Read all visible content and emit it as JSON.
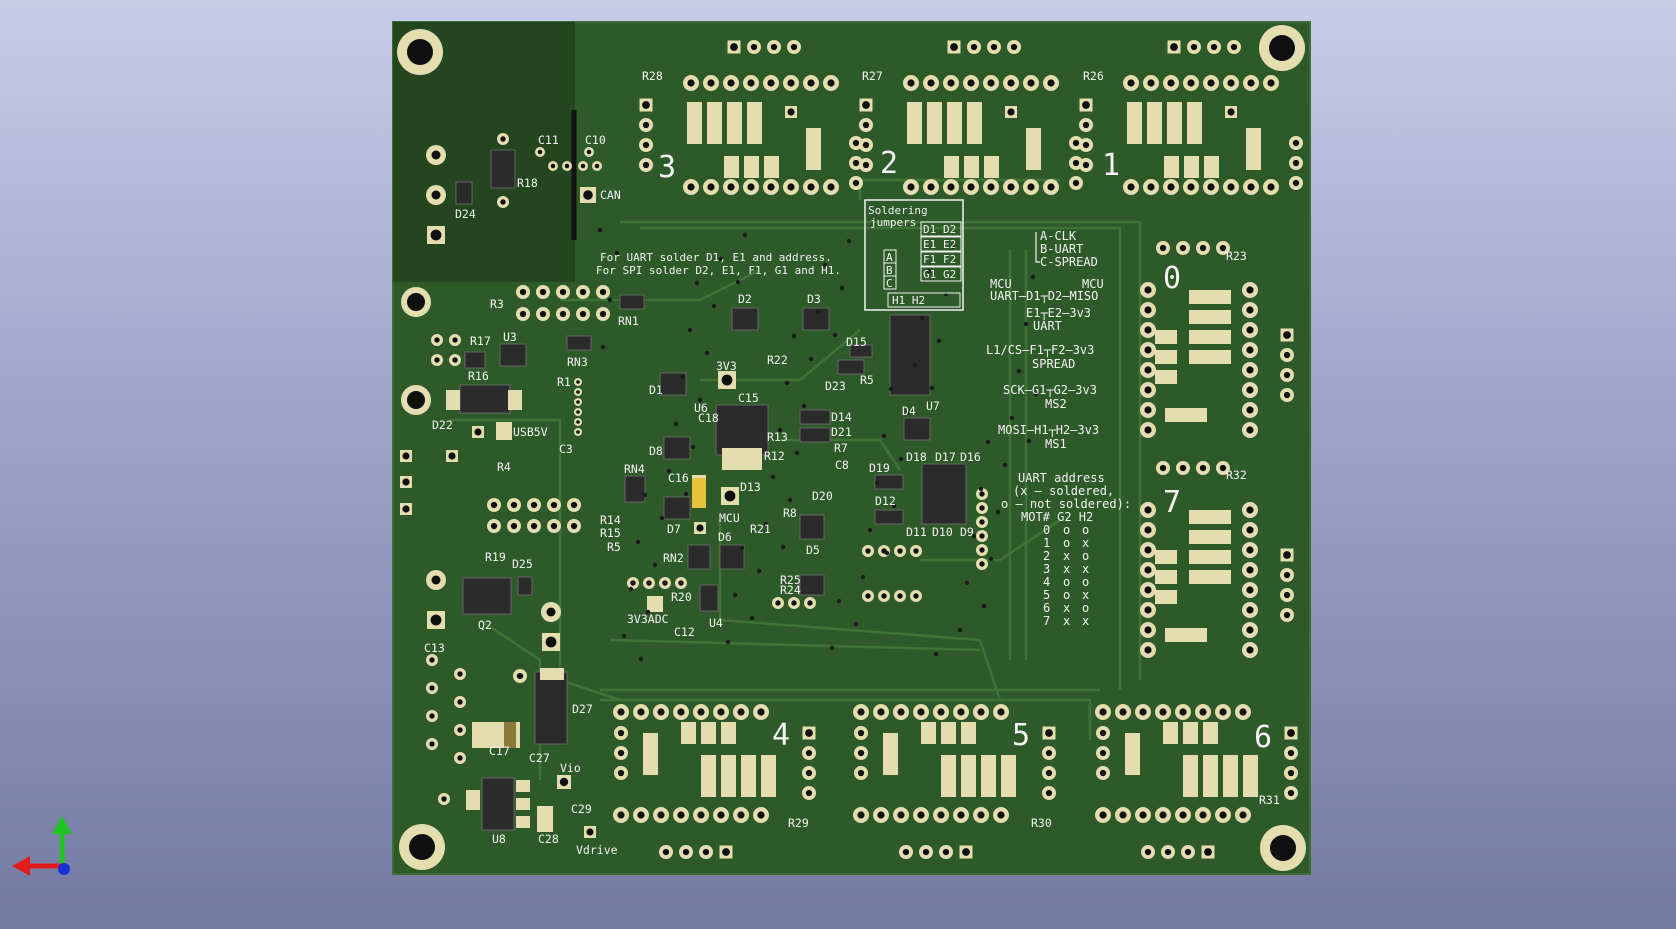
{
  "board": {
    "colors": {
      "background_top": "#c9cce7",
      "background_bottom": "#737aa2",
      "pcb": "#2e5a2a",
      "pcb_dark": "#23461f",
      "trace": "#3f7436",
      "pad": "#e3ddb0",
      "silk": "#f2f2f2",
      "hole": "#101010",
      "ic": "#2b2b2b"
    },
    "notes": {
      "uart_line1": "For UART solder D1, E1 and address.",
      "uart_line2": "For SPI solder D2, E1, F1, G1 and H1."
    },
    "jumper_box": {
      "title1": "Soldering",
      "title2": "jumpers",
      "labels": [
        "D1",
        "D2",
        "E1",
        "E2",
        "F1",
        "F2",
        "G1",
        "G2"
      ],
      "abc": [
        "A",
        "B",
        "C"
      ],
      "h_label": "H1 H2"
    },
    "legend": {
      "abc": [
        "A-CLK",
        "B-UART",
        "C-SPREAD"
      ],
      "mcu_left": "MCU",
      "mcu_right": "MCU",
      "lines": [
        "UART–D1┬D2–MISO",
        "E1┬E2–3v3",
        "UART",
        "L1/CS–F1┬F2–3v3",
        "SPREAD",
        "SCK–G1┬G2–3v3",
        "MS2",
        "MOSI–H1┬H2–3v3",
        "MS1"
      ]
    },
    "address_table": {
      "title1": "UART address",
      "title2": "(x – soldered,",
      "title3": "o – not soldered):",
      "header": "MOT# G2 H2",
      "rows": [
        [
          "0",
          "o",
          "o"
        ],
        [
          "1",
          "o",
          "x"
        ],
        [
          "2",
          "x",
          "o"
        ],
        [
          "3",
          "x",
          "x"
        ],
        [
          "4",
          "o",
          "o"
        ],
        [
          "5",
          "o",
          "x"
        ],
        [
          "6",
          "x",
          "o"
        ],
        [
          "7",
          "x",
          "x"
        ]
      ]
    },
    "motor_numbers": [
      "3",
      "2",
      "1",
      "0",
      "7",
      "4",
      "5",
      "6"
    ],
    "component_labels": [
      "R28",
      "R27",
      "R26",
      "R23",
      "R32",
      "R29",
      "R30",
      "R31",
      "C11",
      "C10",
      "CAN",
      "R18",
      "D24",
      "R3",
      "RN1",
      "D2",
      "D3",
      "R17",
      "U3",
      "RN3",
      "R16",
      "R1",
      "D22",
      "USB5V",
      "C3",
      "D1",
      "3V3",
      "C15",
      "R22",
      "D15",
      "D23",
      "R5",
      "U7",
      "U6",
      "C18",
      "D14",
      "D21",
      "R7",
      "D4",
      "D8",
      "R13",
      "R12",
      "C8",
      "D18",
      "D17",
      "D16",
      "R4",
      "RN4",
      "C16",
      "D13",
      "D19",
      "D20",
      "MCU",
      "R8",
      "D12",
      "R14",
      "R15",
      "R5",
      "D7",
      "R21",
      "D11",
      "D10",
      "D9",
      "D6",
      "RN2",
      "D5",
      "R19",
      "D25",
      "R25",
      "R24",
      "R20",
      "3V3ADC",
      "C12",
      "U4",
      "Q2",
      "C13",
      "D27",
      "C17",
      "C27",
      "Vio",
      "C29",
      "U8",
      "C28",
      "Vdrive"
    ]
  }
}
